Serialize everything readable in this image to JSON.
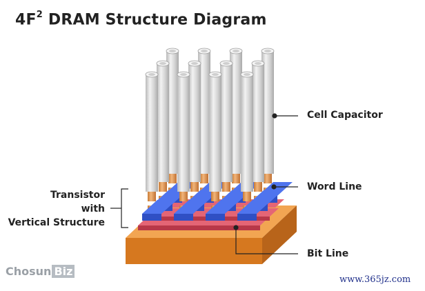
{
  "title": {
    "main": "4F",
    "superscript": "2",
    "rest": " DRAM Structure Diagram"
  },
  "labels": {
    "cell_capacitor": "Cell Capacitor",
    "word_line": "Word Line",
    "bit_line": "Bit Line",
    "transistor": [
      "Transistor",
      "with",
      "Vertical Structure"
    ]
  },
  "logo": {
    "main": "Chosun",
    "badge": "Biz"
  },
  "watermark": "www.365jz.com",
  "colors": {
    "capacitor": "#dcdcdc",
    "transistor": "#e6a35c",
    "word_line": "#3b5bd6",
    "bit_line": "#d9505f",
    "substrate": "#e48a2f"
  }
}
